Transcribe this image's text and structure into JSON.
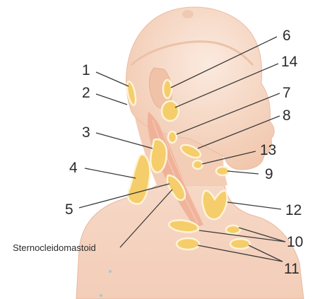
{
  "figure": {
    "labels": [
      "1",
      "2",
      "3",
      "4",
      "5",
      "6",
      "14",
      "7",
      "8",
      "13",
      "9",
      "12",
      "10",
      "11"
    ],
    "muscle_label": "Sternocleidomastoid"
  },
  "colors": {
    "skin_light": "#f8e3d6",
    "skin": "#f2c8b0",
    "skin_shadow": "#e7b093",
    "node_fill": "#f5cd6a",
    "node_stroke": "#fdf3d6",
    "muscle_fill": "#eea88e",
    "leader_line": "#3a3a3a",
    "text": "#2b2b2b"
  }
}
